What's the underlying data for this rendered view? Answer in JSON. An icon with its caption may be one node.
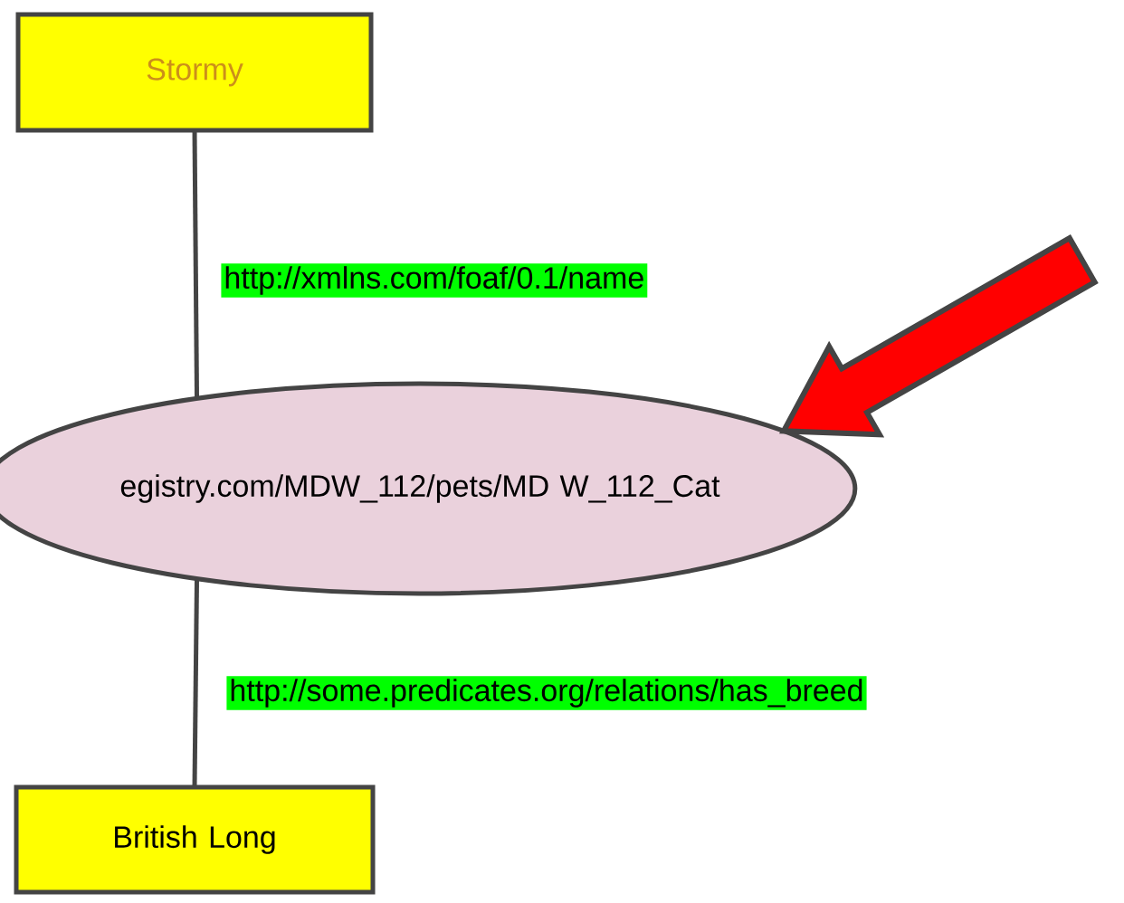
{
  "diagram": {
    "nodes": [
      {
        "text": [
          "Stormy"
        ]
      },
      {
        "text": [
          "egistry.com/MDW_112/pets/MD W_112_Cat"
        ]
      },
      {
        "text": [
          "British Long"
        ]
      }
    ],
    "edges": [
      {
        "from": 0,
        "to": 1,
        "arrow": "none",
        "label": "http://xmlns.com/foaf/0.1/name"
      },
      {
        "from": 1,
        "to": 2,
        "arrow": "none",
        "label": "http://some.predicates.org/relations/has_breed"
      },
      {
        "from": null,
        "to": 1,
        "arrow": "to",
        "style": "thick",
        "color": "#ff0000"
      }
    ]
  }
}
